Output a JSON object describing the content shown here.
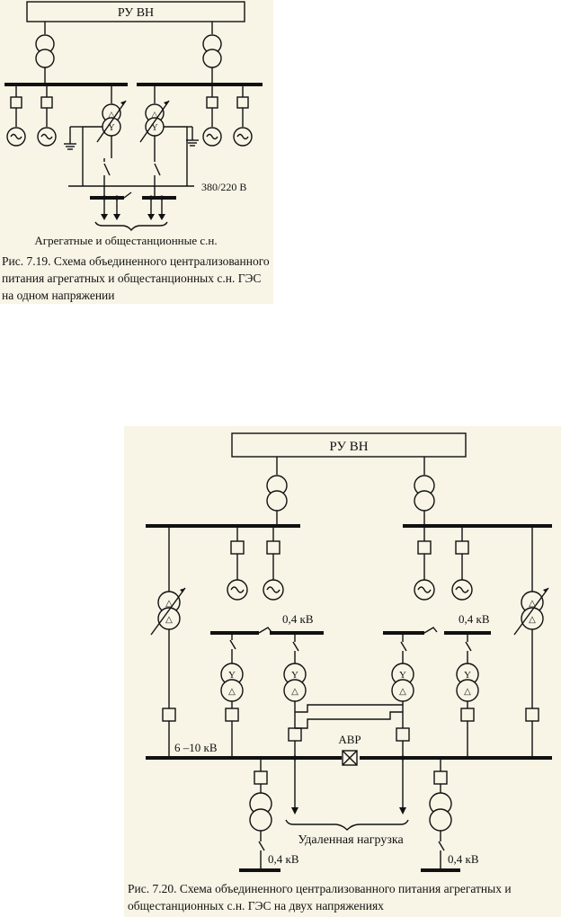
{
  "figure_1": {
    "ru_label": "РУ  ВН",
    "voltage_label": "380/220 В",
    "group_label": "Агрегатные и общестанционные с.н.",
    "caption": "Рис. 7.19. Схема объединенного централизованного питания агрегатных и общестанционных с.н. ГЭС на одном напряжении"
  },
  "figure_2": {
    "ru_label": "РУ  ВН",
    "low_voltage_label": "0,4 кВ",
    "bus_voltage_label": "6 –10 кВ",
    "avr_label": "АВР",
    "remote_load_label": "Удаленная нагрузка",
    "caption": "Рис. 7.20. Схема объединенного централизованного питания агрегатных и общестанционных с.н. ГЭС на двух напряжениях"
  }
}
